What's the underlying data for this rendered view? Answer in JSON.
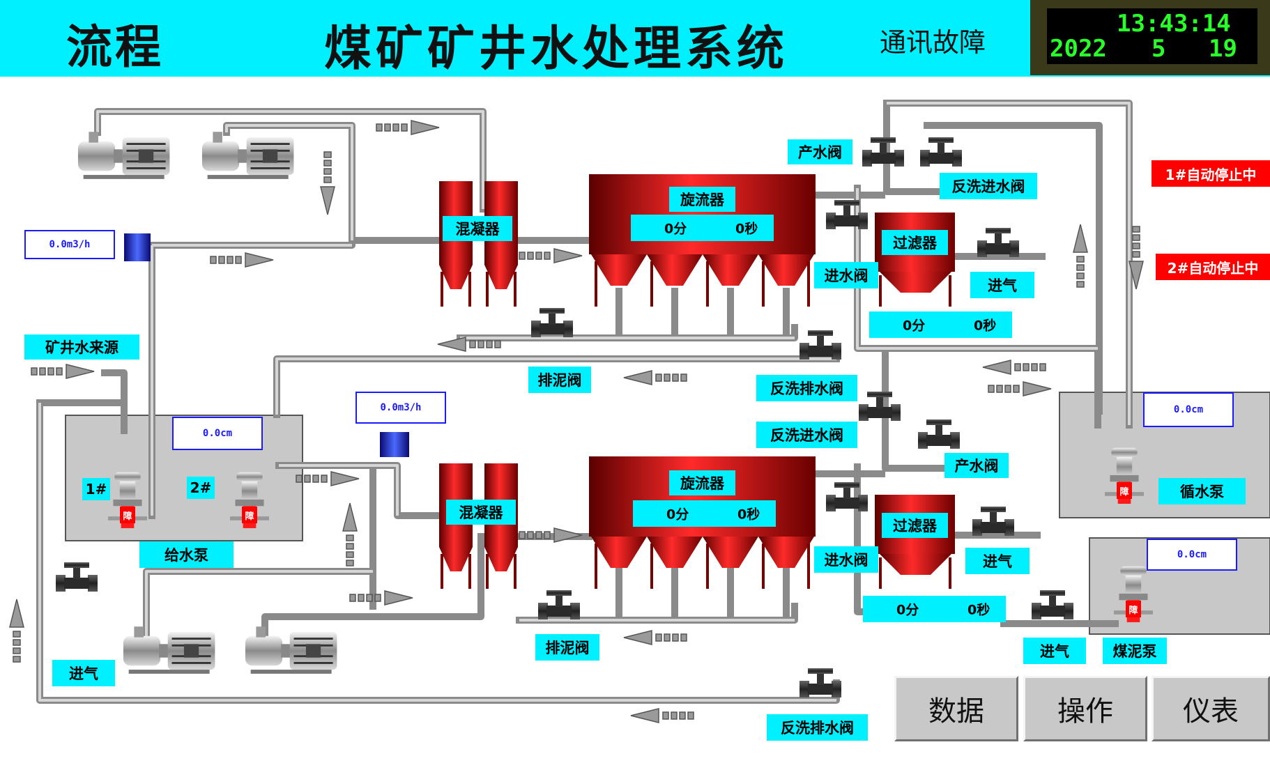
{
  "header": {
    "page_label": "流程",
    "title": "煤矿矿井水处理系统",
    "comm_status": "通讯故障",
    "clock": {
      "time": "13:43:14",
      "year": "2022",
      "month": "5",
      "day": "19"
    }
  },
  "labels": {
    "mine_water": "矿井水来源",
    "feed_pump": "给水泵",
    "pump1": "1#",
    "pump2": "2#",
    "intake_left": "进气",
    "coagulator": "混凝器",
    "cyclone": "旋流器",
    "filter": "过滤器",
    "sludge_valve": "排泥阀",
    "product_valve": "产水阀",
    "backwash_in_valve": "反洗进水阀",
    "backwash_out_valve": "反洗排水阀",
    "inlet_valve": "进水阀",
    "intake": "进气",
    "circulation_pump": "循水泵",
    "sludge_pump": "煤泥泵",
    "fault_tag": "障"
  },
  "values": {
    "flow_top": "0.0m3/h",
    "flow_mid": "0.0m3/h",
    "level_feed": "0.0cm",
    "level_circ": "0.0cm",
    "level_sludge": "0.0cm"
  },
  "timers": {
    "cyclone_1": {
      "min": "0分",
      "sec": "0秒"
    },
    "filter_1": {
      "min": "0分",
      "sec": "0秒"
    },
    "cyclone_2": {
      "min": "0分",
      "sec": "0秒"
    },
    "filter_2": {
      "min": "0分",
      "sec": "0秒"
    }
  },
  "alarms": {
    "a1": "1#自动停止中",
    "a2": "2#自动停止中"
  },
  "nav": {
    "data": "数据",
    "operate": "操作",
    "meter": "仪表"
  },
  "colors": {
    "header": "#00f0ff",
    "label_bg": "#00f0ff",
    "alarm": "#ff0000",
    "vessel": "#d81818",
    "pipe": "#b8b8b8",
    "clock_digits": "#29ff29"
  }
}
